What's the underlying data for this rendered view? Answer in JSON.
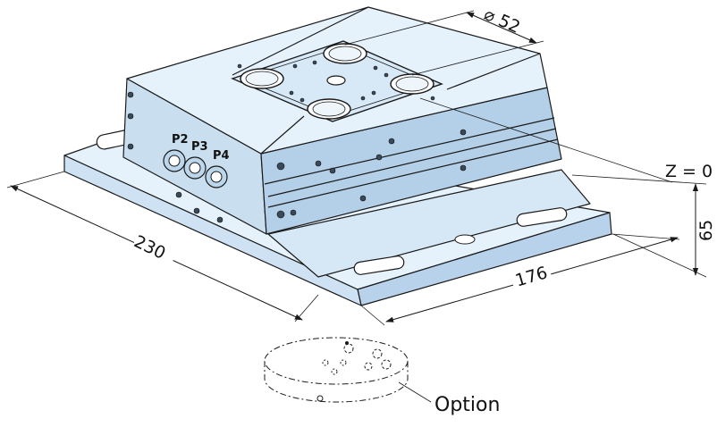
{
  "colors": {
    "body_light": "#e6f2fb",
    "body_mid": "#c9dff0",
    "body_dark": "#9fbfdb",
    "outline": "#1a1a1a",
    "hole": "#3a4a58",
    "background": "#ffffff"
  },
  "dimensions": {
    "diameter": "⌀ 52",
    "z_ref": "Z = 0",
    "height": "65",
    "depth": "176",
    "width": "230"
  },
  "ports": [
    "P2",
    "P3",
    "P4"
  ],
  "option_label": "Option"
}
